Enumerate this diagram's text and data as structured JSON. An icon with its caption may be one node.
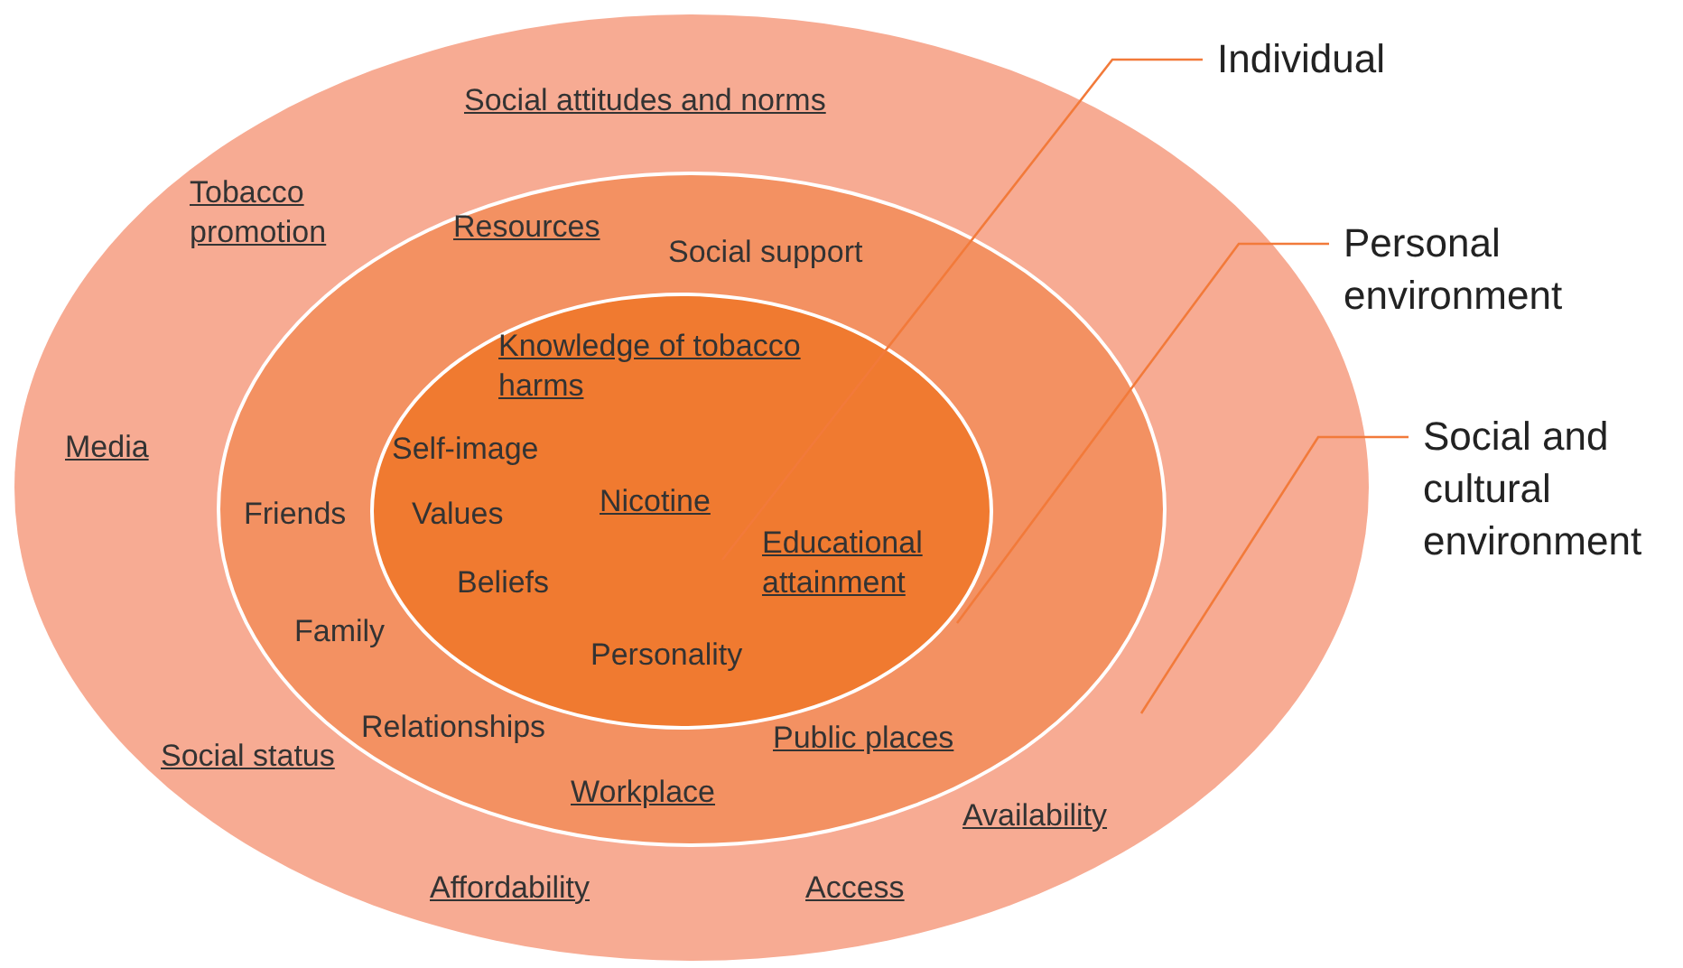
{
  "diagram": {
    "nodes": [
      {
        "text": [],
        "shape": "ellipse"
      },
      {
        "text": [],
        "shape": "ellipse",
        "in": 0
      },
      {
        "text": [],
        "shape": "ellipse",
        "in": 1
      },
      {
        "text": [
          "Individual"
        ]
      },
      {
        "text": [
          "Personal environment"
        ]
      },
      {
        "text": [
          "Social and cultural environment"
        ]
      }
    ],
    "edges": [
      {
        "from": 3,
        "to": 2,
        "arrow": "none"
      },
      {
        "from": 4,
        "to": 1,
        "arrow": "none"
      },
      {
        "from": 5,
        "to": 0,
        "arrow": "none"
      }
    ],
    "labels": [
      "Social attitudes and norms",
      "Tobacco promotion",
      "Resources",
      "Social support",
      "Knowledge of tobacco harms",
      "Media",
      "Self-image",
      "Friends",
      "Values",
      "Nicotine",
      "Educational attainment",
      "Beliefs",
      "Family",
      "Personality",
      "Relationships",
      "Social status",
      "Public places",
      "Workplace",
      "Availability",
      "Affordability",
      "Access"
    ]
  }
}
